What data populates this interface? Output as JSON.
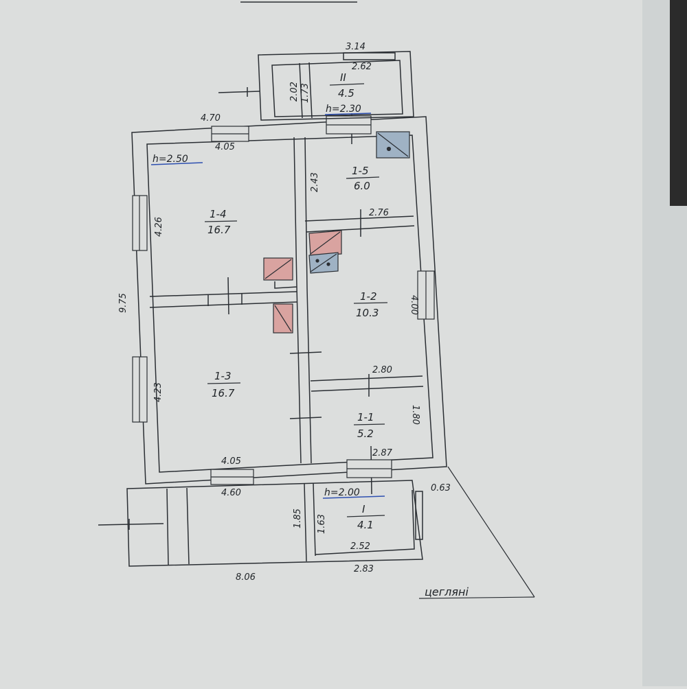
{
  "rooms": [
    {
      "id": "1-4",
      "area": "16.7"
    },
    {
      "id": "1-5",
      "area": "6.0"
    },
    {
      "id": "1-3",
      "area": "16.7"
    },
    {
      "id": "1-2",
      "area": "10.3"
    },
    {
      "id": "1-1",
      "area": "5.2"
    },
    {
      "id": "II",
      "area": "4.5"
    },
    {
      "id": "I",
      "area": "4.1"
    }
  ],
  "heights": {
    "main": "h=2.50",
    "porch_top": "h=2.30",
    "porch_bottom": "h=2.00"
  },
  "dims": {
    "top_annex_width": "3.14",
    "top_annex_inner": "2.62",
    "top_annex_left": "2.02",
    "top_annex_right": "1.73",
    "main_top_outer": "4.70",
    "room14_top": "4.05",
    "room14_left": "4.26",
    "room15_left": "2.43",
    "room15_bottom": "2.76",
    "overall_height": "9.75",
    "room12_right": "4.00",
    "room12_bottom": "2.80",
    "room13_left": "4.23",
    "room13_bottom": "4.05",
    "room11_right": "1.80",
    "room11_bottom": "2.87",
    "bottom_left": "4.60",
    "bottom_wall": "0.63",
    "annex_i_left": "1.85",
    "annex_i_left_inner": "1.63",
    "annex_i_inner": "2.52",
    "annex_i_outer": "2.83",
    "overall_width": "8.06"
  },
  "material_label": "цегляні",
  "colors": {
    "paper": "#dcdedd",
    "line": "#2a2e33",
    "stove_red": "#d9a3a0",
    "stove_blue": "#9fb2c4",
    "h_underline": "#2d4fb0"
  }
}
